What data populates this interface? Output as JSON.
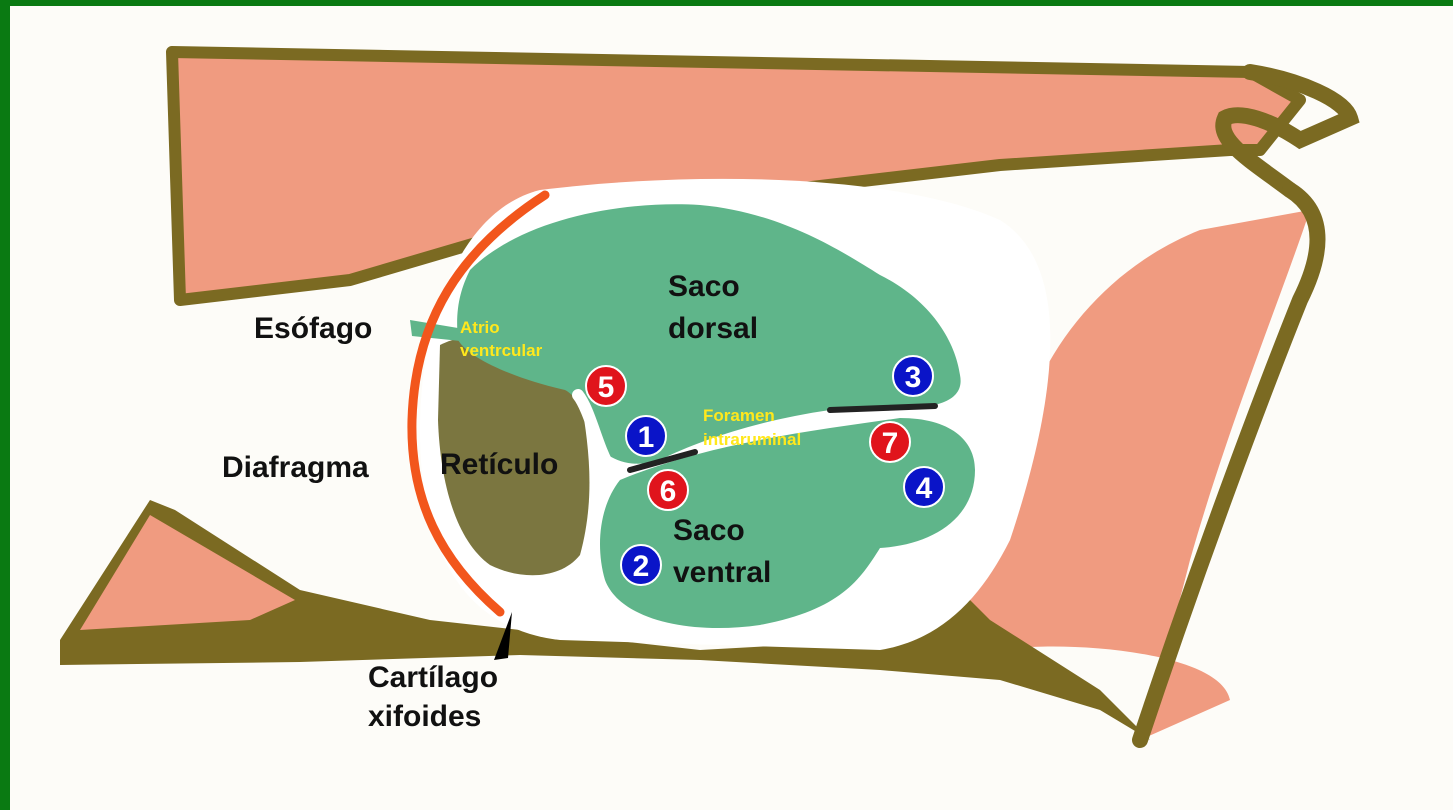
{
  "colors": {
    "frame": "#0a7a12",
    "background": "#fdfcf8",
    "body_wall": "#7b6a22",
    "muscle": "#f09b80",
    "rumen": "#5fb58a",
    "reticulum": "#7b7640",
    "diaphragm": "#f2561c",
    "label_dark": "#111111",
    "label_light": "#ffe81c",
    "badge_blue": "#0a14c8",
    "badge_red": "#e0141c"
  },
  "labels": {
    "esofago": "Esófago",
    "atrio_1": "Atrio",
    "atrio_2": "ventrcular",
    "diafragma": "Diafragma",
    "reticulo": "Retículo",
    "cartilago_1": "Cartílago",
    "cartilago_2": "xifoides",
    "saco_dorsal_1": "Saco",
    "saco_dorsal_2": "dorsal",
    "saco_ventral_1": "Saco",
    "saco_ventral_2": "ventral",
    "foramen_1": "Foramen",
    "foramen_2": "intraruminal"
  },
  "markers": [
    {
      "number": "1",
      "color": "blue"
    },
    {
      "number": "2",
      "color": "blue"
    },
    {
      "number": "3",
      "color": "blue"
    },
    {
      "number": "4",
      "color": "blue"
    },
    {
      "number": "5",
      "color": "red"
    },
    {
      "number": "6",
      "color": "red"
    },
    {
      "number": "7",
      "color": "red"
    }
  ]
}
